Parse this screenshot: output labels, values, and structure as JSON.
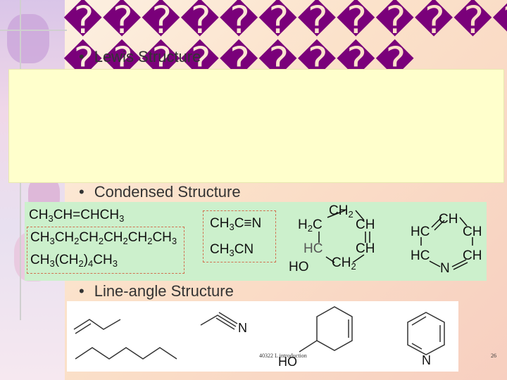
{
  "title": "����������������\n���������",
  "bullets": {
    "lewis": "Lewis Structure",
    "condensed": "Condensed Structure",
    "line_angle": "Line-angle Structure"
  },
  "condensed": {
    "butene": "CH3CH=CHCH3",
    "hexane1": "CH3CH2CH2CH2CH2CH3",
    "hexane2": "CH3(CH2)4CH3",
    "nitrile1": "CH3C≡N",
    "nitrile2": "CH3CN",
    "ring_ch2_top": "CH2",
    "ring_h2c": "H2C",
    "ring_ch_r1": "CH",
    "ring_hc": "HC",
    "ring_ch_r2": "CH",
    "ring_ho": "HO",
    "ring_ch2_bottom": "CH2",
    "pyr_ch_top": "CH",
    "pyr_hc1": "HC",
    "pyr_ch_r1": "CH",
    "pyr_hc2": "HC",
    "pyr_ch_r2": "CH",
    "pyr_n": "N"
  },
  "line_angle": {
    "nitrile_n": "N",
    "ho": "HO",
    "pyridine_n": "N"
  },
  "footer": {
    "course": "40322 L introduction",
    "page": "26"
  }
}
